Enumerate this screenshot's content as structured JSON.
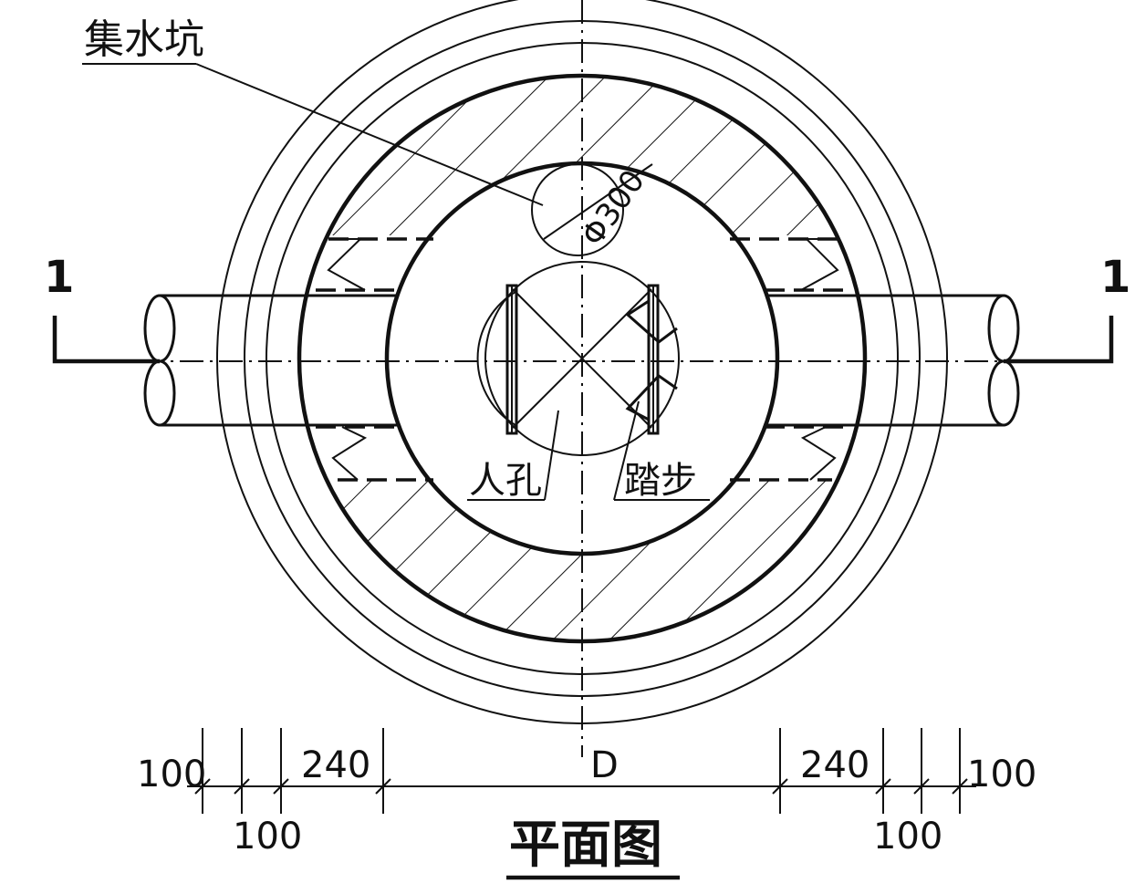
{
  "labels": {
    "sump": "集水坑",
    "sump_diameter": "Φ300",
    "manhole": "人孔",
    "steps": "踏步",
    "section_left": "1",
    "section_right": "1",
    "title": "平面图"
  },
  "dimensions": {
    "left_outer_top": "100",
    "left_wall": "240",
    "diameter": "D",
    "right_wall": "240",
    "right_outer_top": "100",
    "left_bottom": "100",
    "right_bottom": "100"
  }
}
